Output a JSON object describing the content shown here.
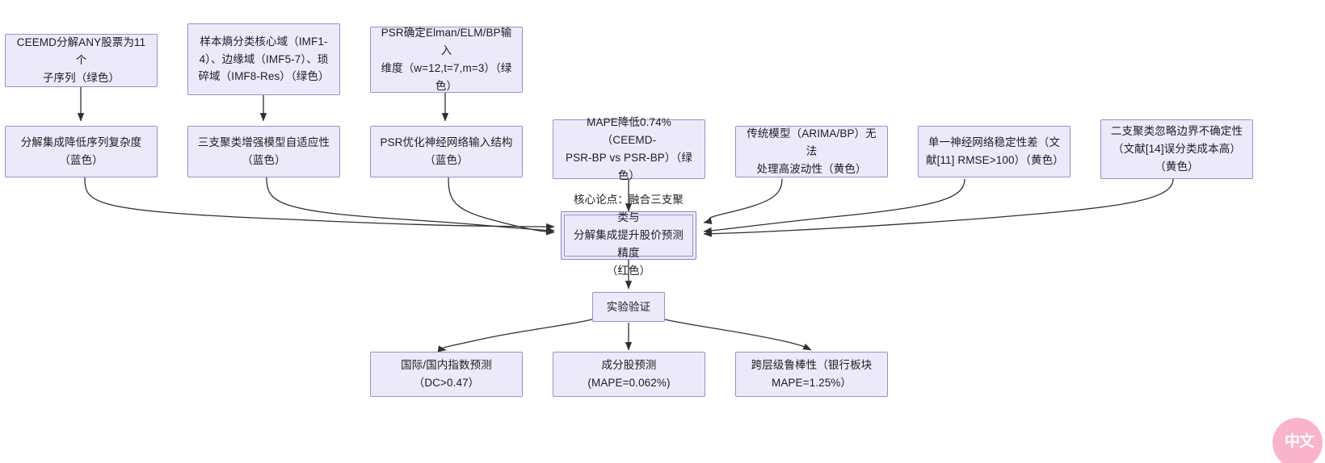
{
  "diagram": {
    "title_note": "",
    "colors": {
      "node_fill": "#ECEAFA",
      "node_border": "#9790CE",
      "edge_stroke": "#333333",
      "canvas_bg": "#ffffff",
      "watermark_bg": "#F9AEC6"
    },
    "nodes": [
      {
        "id": "n1",
        "label": "CEEMD分解ANY股票为11个子序列（绿色）",
        "row": "top",
        "tag": "绿色"
      },
      {
        "id": "n2",
        "label": "样本熵分类核心域（IMF1-4）、边缘域（IMF5-7）、琐碎域（IMF8-Res）（绿色）",
        "row": "top",
        "tag": "绿色"
      },
      {
        "id": "n3",
        "label": "PSR确定Elman/ELM/BP输入维度（w=12,t=7,m=3）（绿色）",
        "row": "top",
        "tag": "绿色"
      },
      {
        "id": "n4",
        "label": "分解集成降低序列复杂度（蓝色）",
        "row": "middle",
        "tag": "蓝色"
      },
      {
        "id": "n5",
        "label": "三支聚类增强模型自适应性（蓝色）",
        "row": "middle",
        "tag": "蓝色"
      },
      {
        "id": "n6",
        "label": "PSR优化神经网络输入结构（蓝色）",
        "row": "middle",
        "tag": "蓝色"
      },
      {
        "id": "n7",
        "label": "MAPE降低0.74%（CEEMD-PSR-BP vs PSR-BP）（绿色）",
        "row": "middle",
        "tag": "绿色"
      },
      {
        "id": "n8",
        "label": "传统模型（ARIMA/BP）无法处理高波动性（黄色）",
        "row": "middle",
        "tag": "黄色"
      },
      {
        "id": "n9",
        "label": "单一神经网络稳定性差（文献[11] RMSE>100）（黄色）",
        "row": "middle",
        "tag": "黄色"
      },
      {
        "id": "n10",
        "label": "二支聚类忽略边界不确定性（文献[14]误分类成本高）（黄色）",
        "row": "middle",
        "tag": "黄色"
      },
      {
        "id": "core",
        "label": "核心论点：融合三支聚类与分解集成提升股价预测精度（红色）",
        "row": "core",
        "tag": "红色"
      },
      {
        "id": "n11",
        "label": "实验验证",
        "row": "verify",
        "tag": ""
      },
      {
        "id": "n12",
        "label": "国际/国内指数预测（DC>0.47）",
        "row": "bottom",
        "tag": ""
      },
      {
        "id": "n13",
        "label": "成分股预测（MAPE=0.062%）",
        "row": "bottom",
        "tag": ""
      },
      {
        "id": "n14",
        "label": "跨层级鲁棒性（银行板块MAPE=1.25%）",
        "row": "bottom",
        "tag": ""
      }
    ],
    "node_lines": {
      "n1": [
        "CEEMD分解ANY股票为11个",
        "子序列（绿色）"
      ],
      "n2": [
        "样本熵分类核心域（IMF1-",
        "4）、边缘域（IMF5-7）、琐",
        "碎域（IMF8-Res）（绿色）"
      ],
      "n3": [
        "PSR确定Elman/ELM/BP输入",
        "维度（w=12,t=7,m=3）（绿",
        "色）"
      ],
      "n4": [
        "分解集成降低序列复杂度",
        "（蓝色）"
      ],
      "n5": [
        "三支聚类增强模型自适应性",
        "（蓝色）"
      ],
      "n6": [
        "PSR优化神经网络输入结构",
        "（蓝色）"
      ],
      "n7": [
        "MAPE降低0.74%（CEEMD-",
        "PSR-BP vs PSR-BP）（绿",
        "色）"
      ],
      "n8": [
        "传统模型（ARIMA/BP）无法",
        "处理高波动性（黄色）"
      ],
      "n9": [
        "单一神经网络稳定性差（文",
        "献[11] RMSE>100）（黄色）"
      ],
      "n10": [
        "二支聚类忽略边界不确定性",
        "（文献[14]误分类成本高）",
        "（黄色）"
      ],
      "core": [
        "核心论点：融合三支聚类与",
        "分解集成提升股价预测精度",
        "（红色）"
      ],
      "n11": [
        "实验验证"
      ],
      "n12": [
        "国际/国内指数预测",
        "（DC>0.47）"
      ],
      "n13": [
        "成分股预测",
        "(MAPE=0.062%)"
      ],
      "n14": [
        "跨层级鲁棒性（银行板块",
        "MAPE=1.25%）"
      ]
    },
    "edges": [
      {
        "from": "n1",
        "to": "n4"
      },
      {
        "from": "n2",
        "to": "n5"
      },
      {
        "from": "n3",
        "to": "n6"
      },
      {
        "from": "n4",
        "to": "core"
      },
      {
        "from": "n5",
        "to": "core"
      },
      {
        "from": "n6",
        "to": "core"
      },
      {
        "from": "n7",
        "to": "core"
      },
      {
        "from": "n8",
        "to": "core"
      },
      {
        "from": "n9",
        "to": "core"
      },
      {
        "from": "n10",
        "to": "core"
      },
      {
        "from": "core",
        "to": "n11"
      },
      {
        "from": "n11",
        "to": "n12"
      },
      {
        "from": "n11",
        "to": "n13"
      },
      {
        "from": "n11",
        "to": "n14"
      }
    ],
    "watermark": {
      "label": "中文"
    }
  }
}
